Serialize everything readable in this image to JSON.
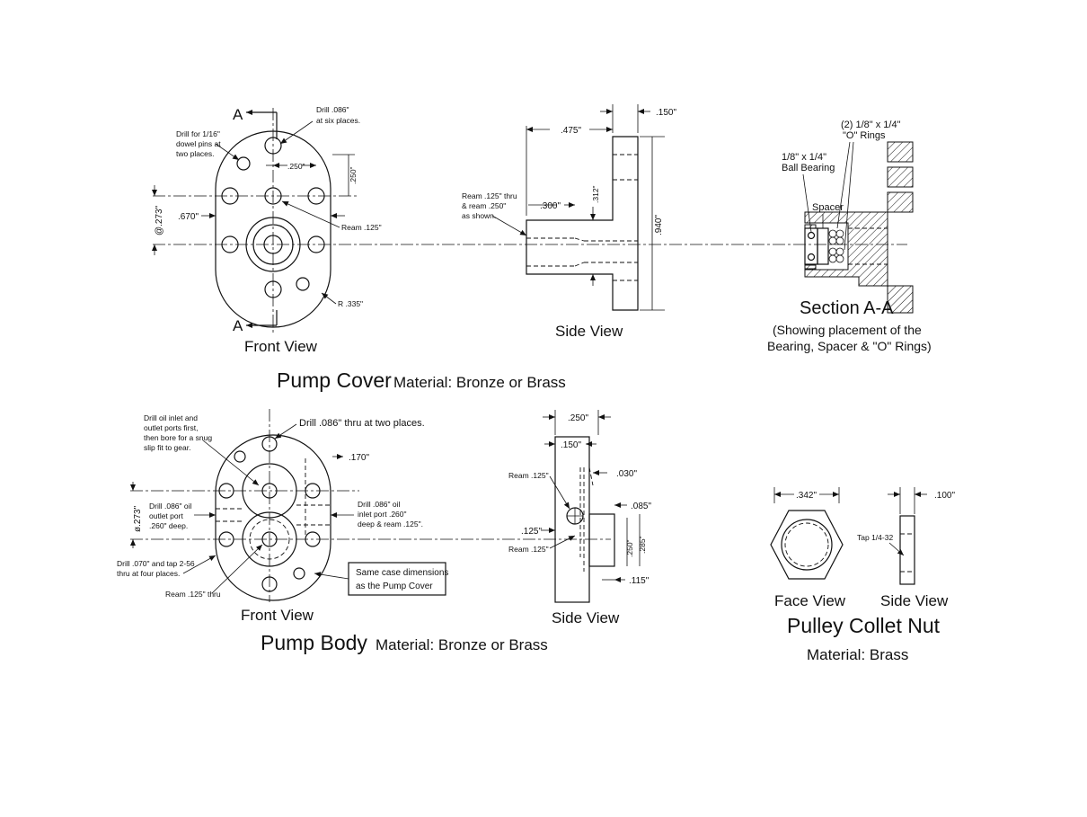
{
  "pump_cover": {
    "title": "Pump Cover",
    "material": "Material: Bronze or Brass",
    "front_view": {
      "caption": "Front View",
      "section_letter_top": "A",
      "section_letter_bottom": "A",
      "note_drill_086": "Drill .086\"",
      "note_drill_086_b": "at six places.",
      "note_dowel_1": "Drill for 1/16\"",
      "note_dowel_2": "dowel pins at",
      "note_dowel_3": "two places.",
      "dim_250_h": ".250\"",
      "dim_250_v": ".250\"",
      "dim_670": ".670\"",
      "dim_273": "@.273\"",
      "note_ream": "Ream .125\"",
      "dim_r335": "R .335\""
    },
    "side_view": {
      "caption": "Side View",
      "dim_475": ".475\"",
      "dim_150": ".150\"",
      "dim_300": ".300\"",
      "dim_312": ".312\"",
      "dim_940": ".940\"",
      "note_ream_1": "Ream .125\" thru",
      "note_ream_2": "& ream .250\"",
      "note_ream_3": "as shown."
    },
    "section": {
      "label_orings_1": "(2) 1/8\" x 1/4\"",
      "label_orings_2": "\"O\" Rings",
      "label_ball_1": "1/8\" x 1/4\"",
      "label_ball_2": "Ball Bearing",
      "label_spacer": "Spacer",
      "caption": "Section A-A",
      "desc_1": "(Showing placement of the",
      "desc_2": "Bearing, Spacer & \"O\" Rings)"
    }
  },
  "pump_body": {
    "title": "Pump Body",
    "material": "Material: Bronze or Brass",
    "front_view": {
      "caption": "Front View",
      "note_oil_1": "Drill oil inlet and",
      "note_oil_2": "outlet ports first,",
      "note_oil_3": "then bore for a snug",
      "note_oil_4": "slip fit to gear.",
      "note_drill_086": "Drill .086\" thru at two places.",
      "dim_170": ".170\"",
      "dim_273": "ø.273\"",
      "note_outlet_1": "Drill .086\" oil",
      "note_outlet_2": "outlet port",
      "note_outlet_3": ".260\" deep.",
      "note_inlet_1": "Drill .086\" oil",
      "note_inlet_2": "inlet port .260\"",
      "note_inlet_3": "deep & ream .125\".",
      "note_tap_1": "Drill .070\" and tap 2-56",
      "note_tap_2": "thru at four places.",
      "note_ream": "Ream .125\" thru",
      "box_1": "Same case dimensions",
      "box_2": "as the Pump Cover"
    },
    "side_view": {
      "caption": "Side View",
      "dim_250_top": ".250\"",
      "dim_150": ".150\"",
      "dim_030": ".030\"",
      "dim_085": ".085\"",
      "dim_125": ".125\"",
      "dim_250_v": ".250\"",
      "dim_285": ".285\"",
      "dim_115": ".115\"",
      "note_ream_a": "Ream .125\"",
      "note_ream_b": "Ream .125\""
    }
  },
  "collet_nut": {
    "face_caption": "Face View",
    "side_caption": "Side View",
    "title": "Pulley Collet Nut",
    "material": "Material: Brass",
    "dim_342": ".342\"",
    "dim_100": ".100\"",
    "note_tap": "Tap 1/4-32"
  }
}
